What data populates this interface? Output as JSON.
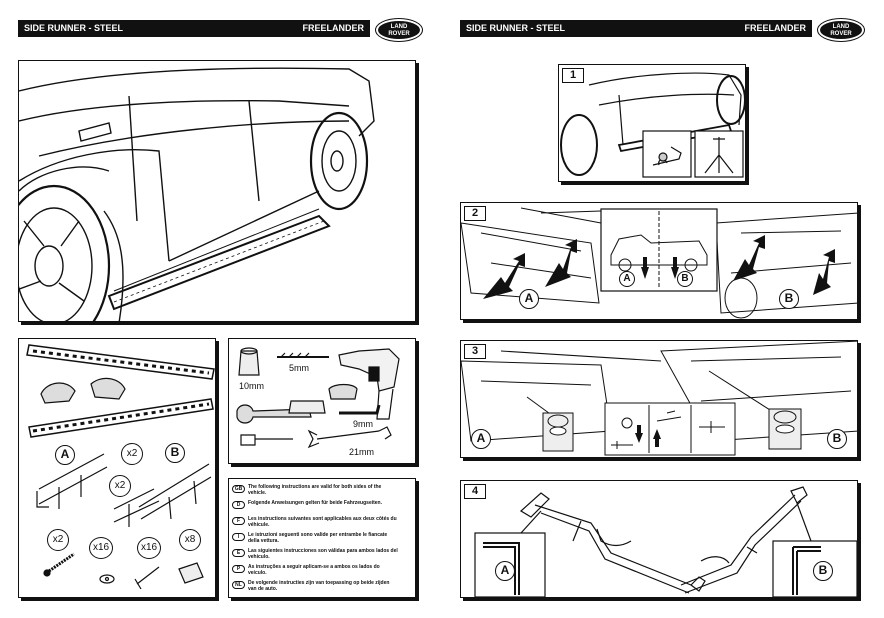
{
  "left_page": {
    "header": {
      "title": "SIDE RUNNER - STEEL",
      "model": "FREELANDER"
    },
    "logo": {
      "line1": "LAND",
      "line2": "ROVER"
    },
    "parts": {
      "label_a": "A",
      "label_b": "B",
      "qty_brackets_a": "x2",
      "qty_brackets_b": "x2",
      "qty_bolts": "x2",
      "qty_washers": "x16",
      "qty_screws": "x16",
      "qty_nuts": "x8"
    },
    "tools": {
      "socket": "10mm",
      "drill_bit": "5mm",
      "hex_key": "9mm",
      "spanner": "21mm"
    },
    "instructions": [
      {
        "code": "GB",
        "text": "The following instructions are valid for both sides of the vehicle."
      },
      {
        "code": "D",
        "text": "Folgende Anweisungen gelten für beide Fahrzeugseiten."
      },
      {
        "code": "F",
        "text": "Les instructions suivantes sont applicables aux deux côtés du véhicule."
      },
      {
        "code": "I",
        "text": "Le istruzioni seguenti sono valide per entrambe le fiancate della vettura."
      },
      {
        "code": "E",
        "text": "Las siguientes instrucciones son válidas para ambos lados del vehículo."
      },
      {
        "code": "P",
        "text": "As instruções a seguir aplicam-se a ambos os lados do veículo."
      },
      {
        "code": "NL",
        "text": "De volgende instructies zijn van toepassing op beide zijden van de auto."
      }
    ]
  },
  "right_page": {
    "header": {
      "title": "SIDE RUNNER - STEEL",
      "model": "FREELANDER"
    },
    "logo": {
      "line1": "LAND",
      "line2": "ROVER"
    },
    "steps": [
      {
        "number": "1"
      },
      {
        "number": "2",
        "label_a": "A",
        "label_b": "B",
        "inset_a": "A",
        "inset_b": "B"
      },
      {
        "number": "3",
        "label_a": "A",
        "label_b": "B"
      },
      {
        "number": "4",
        "label_a": "A",
        "label_b": "B"
      }
    ]
  }
}
